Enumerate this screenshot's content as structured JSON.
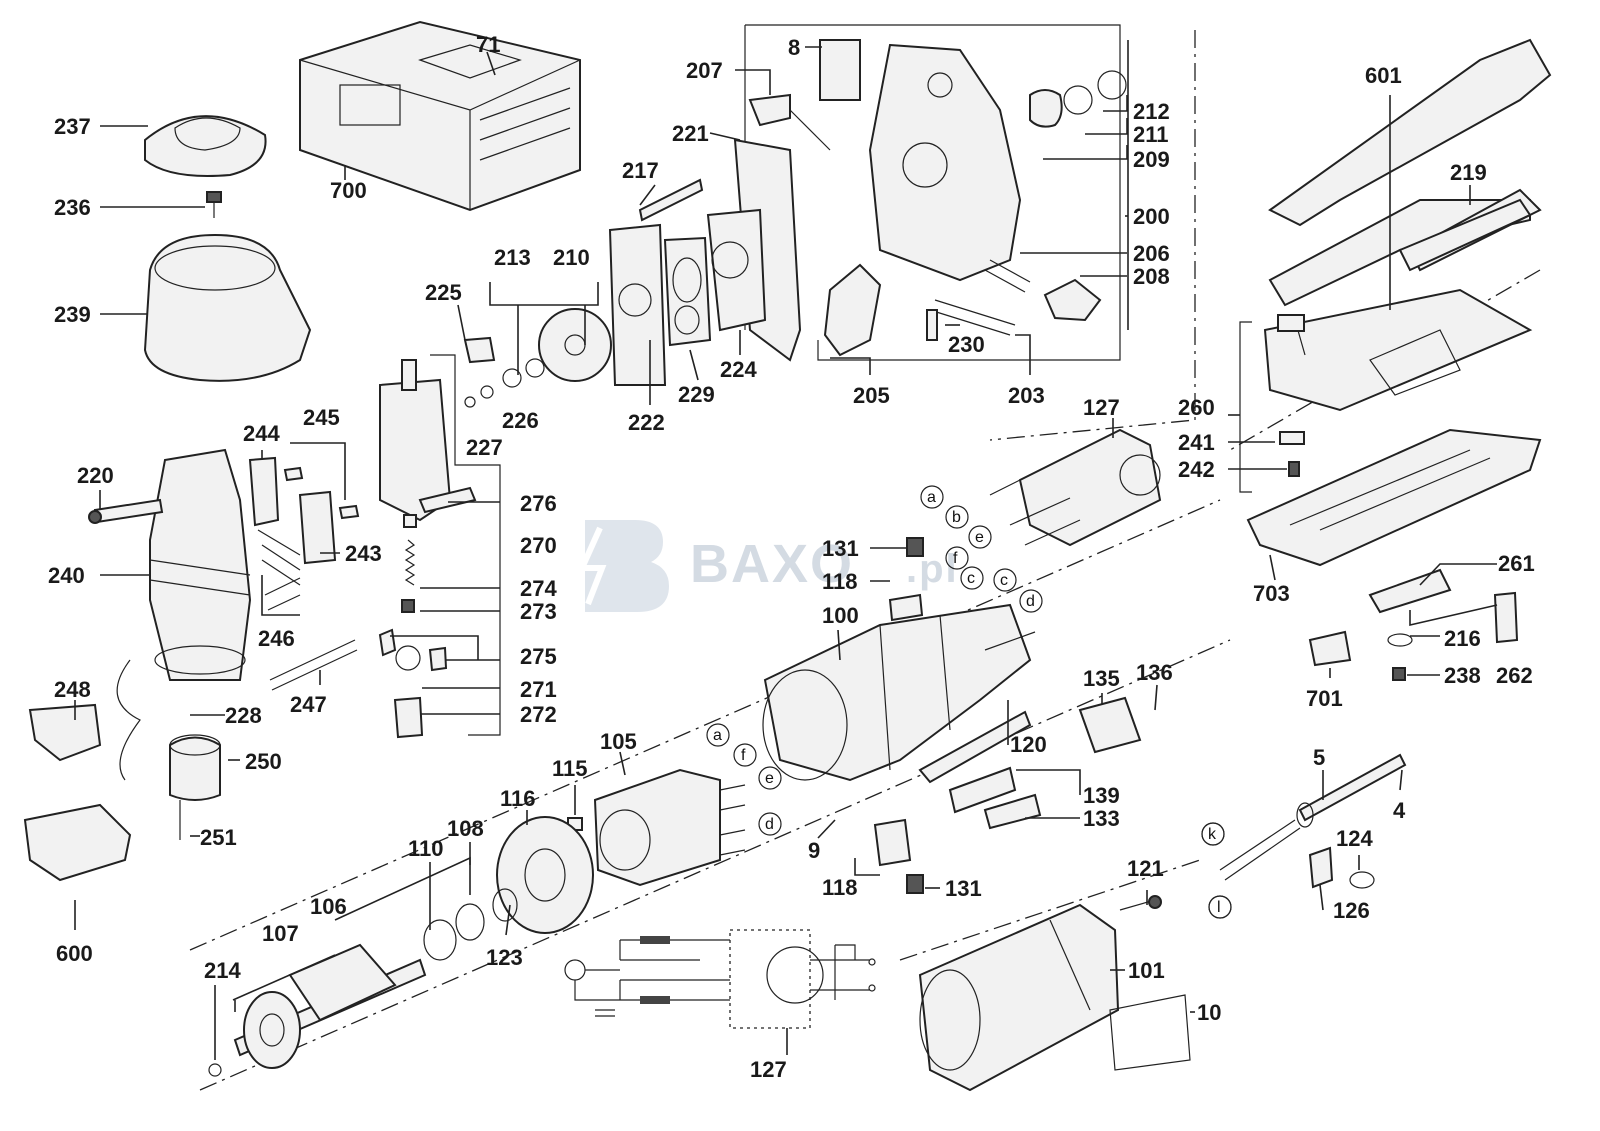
{
  "diagram": {
    "watermark": "BAXO",
    "watermark_suffix": ".pl",
    "part_labels": [
      "71",
      "700",
      "237",
      "236",
      "239",
      "8",
      "207",
      "221",
      "217",
      "213",
      "210",
      "225",
      "226",
      "227",
      "212",
      "211",
      "209",
      "200",
      "206",
      "208",
      "230",
      "203",
      "205",
      "222",
      "229",
      "224",
      "601",
      "219",
      "260",
      "241",
      "242",
      "703",
      "261",
      "216",
      "238",
      "262",
      "701",
      "244",
      "245",
      "220",
      "243",
      "246",
      "247",
      "240",
      "248",
      "228",
      "250",
      "251",
      "600",
      "276",
      "270",
      "274",
      "273",
      "275",
      "271",
      "272",
      "127",
      "131",
      "118",
      "100",
      "135",
      "136",
      "120",
      "139",
      "133",
      "105",
      "115",
      "116",
      "108",
      "110",
      "106",
      "107",
      "214",
      "123",
      "9",
      "121",
      "101",
      "10",
      "5",
      "4",
      "124",
      "126"
    ],
    "connector_letters": [
      "a",
      "b",
      "e",
      "f",
      "c",
      "c",
      "d",
      "a",
      "f",
      "e",
      "d",
      "k",
      "l"
    ]
  }
}
